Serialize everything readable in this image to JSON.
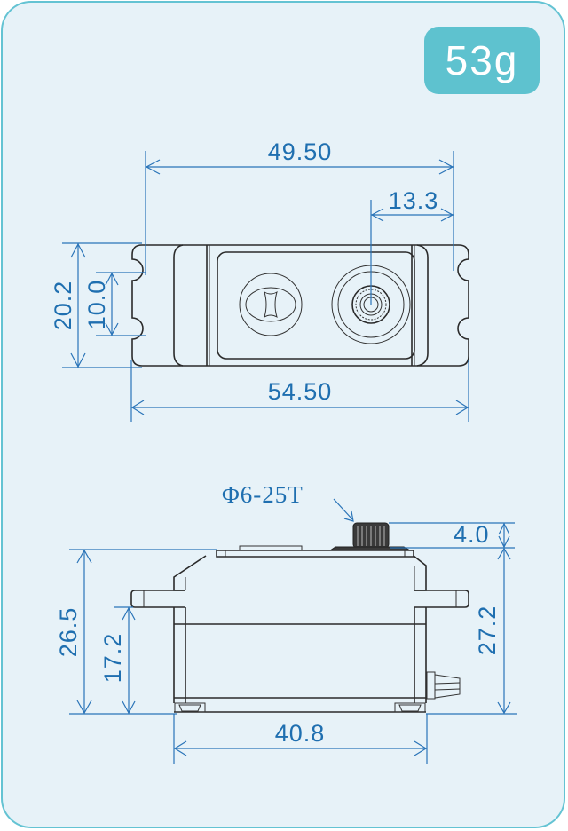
{
  "badge": {
    "weight": "53g",
    "color": "#5ec2cf"
  },
  "top_view": {
    "dimensions": {
      "mount_hole_spacing": "49.50",
      "output_offset": "13.3",
      "body_width": "20.2",
      "hole_spacing_vertical": "10.0",
      "overall_length": "54.50"
    }
  },
  "side_view": {
    "spline_label": "Φ6-25T",
    "dimensions": {
      "spline_height": "4.0",
      "overall_height": "26.5",
      "tab_height": "17.2",
      "case_height": "27.2",
      "case_length": "40.8"
    }
  },
  "colors": {
    "background": "#e7f2f8",
    "border": "#64c3d3",
    "dimension": "#1f6fb0",
    "outline": "#2b2b2b"
  }
}
